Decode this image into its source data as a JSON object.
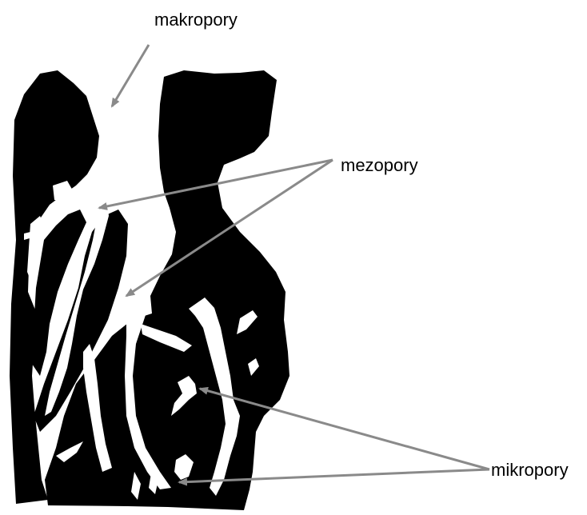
{
  "labels": {
    "macro": "makropory",
    "meso": "mezopory",
    "micro": "mikropory"
  },
  "colors": {
    "pore_solid": "#000000",
    "pore_space": "#ffffff",
    "arrow": "#8a8a8a",
    "text": "#000000"
  }
}
